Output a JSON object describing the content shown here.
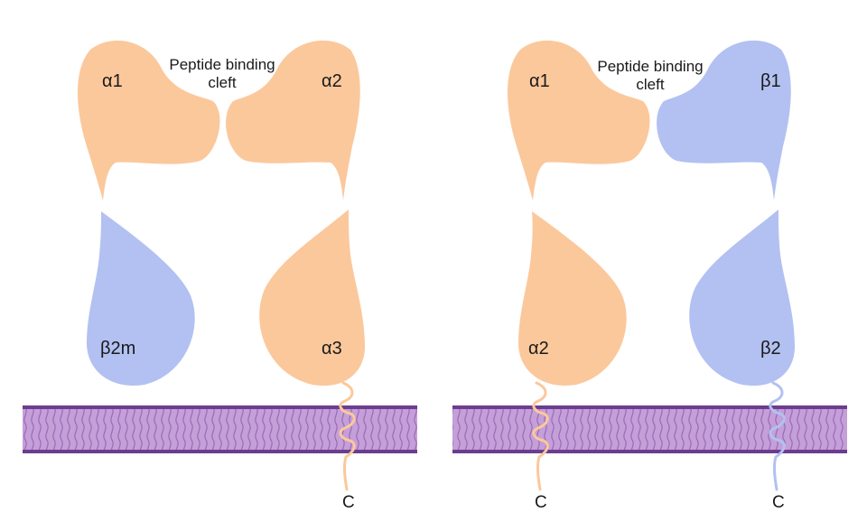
{
  "colors": {
    "alpha_chain": "#fbc89c",
    "beta_chain": "#b2c1f1",
    "membrane_fill": "#c49fd8",
    "membrane_edge": "#6c3d8e",
    "membrane_wave": "#9a6ab8"
  },
  "mhc_class_i": {
    "cleft_label_line1": "Peptide binding",
    "cleft_label_line2": "cleft",
    "domain_a1": "α1",
    "domain_a2": "α2",
    "domain_a3": "α3",
    "domain_b2m": "β2m",
    "c_terminus": "C"
  },
  "mhc_class_ii": {
    "cleft_label_line1": "Peptide binding",
    "cleft_label_line2": "cleft",
    "domain_a1": "α1",
    "domain_b1": "β1",
    "domain_a2": "α2",
    "domain_b2": "β2",
    "alpha_c_terminus": "C",
    "beta_c_terminus": "C"
  }
}
